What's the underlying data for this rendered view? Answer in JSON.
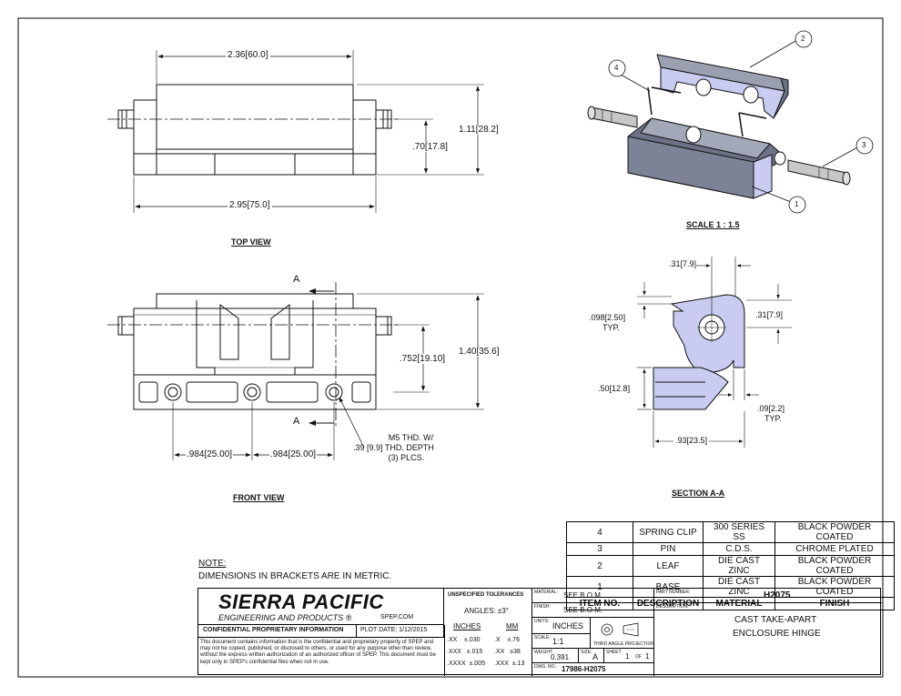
{
  "views": {
    "top_view_label": "TOP VIEW",
    "front_view_label": "FRONT VIEW",
    "section_label": "SECTION A-A",
    "scale_label": "SCALE 1 : 1.5",
    "section_marker": "A"
  },
  "dimensions": {
    "top_width": "2.36",
    "top_width_mm": "60.0",
    "top_overall": "2.95",
    "top_overall_mm": "75.0",
    "top_height": "1.11",
    "top_height_mm": "28.2",
    "top_inner": ".70",
    "top_inner_mm": "17.8",
    "front_height": "1.40",
    "front_height_mm": "35.6",
    "front_mid": ".752",
    "front_mid_mm": "19.10",
    "front_pitch": ".984",
    "front_pitch_mm": "25.00",
    "sec_top": ".31",
    "sec_top_mm": "7.9",
    "sec_right": ".31",
    "sec_right_mm": "7.9",
    "sec_wall": ".098",
    "sec_wall_mm": "2.50",
    "sec_wall_typ": "TYP.",
    "sec_slot": ".50",
    "sec_slot_mm": "12.8",
    "sec_small": ".09",
    "sec_small_mm": "2.2",
    "sec_small_typ": "TYP.",
    "sec_width": ".93",
    "sec_width_mm": "23.5"
  },
  "thread_note": [
    "M5 THD. W/",
    ".39 [9.9] THD. DEPTH",
    "(3) PLCS."
  ],
  "balloons": [
    "1",
    "2",
    "3",
    "4"
  ],
  "notes": {
    "title": "NOTE:",
    "text": "DIMENSIONS IN BRACKETS ARE IN METRIC."
  },
  "bom": {
    "rows": [
      {
        "item": "4",
        "description": "SPRING CLIP",
        "material": "300 SERIES SS",
        "finish": "BLACK POWDER COATED"
      },
      {
        "item": "3",
        "description": "PIN",
        "material": "C.D.S.",
        "finish": "CHROME PLATED"
      },
      {
        "item": "2",
        "description": "LEAF",
        "material": "DIE CAST ZINC",
        "finish": "BLACK POWDER COATED"
      },
      {
        "item": "1",
        "description": "BASE",
        "material": "DIE CAST ZINC",
        "finish": "BLACK POWDER COATED"
      }
    ],
    "headers": {
      "item": "ITEM NO.",
      "description": "DESCRIPTION",
      "material": "MATERIAL",
      "finish": "FINISH"
    }
  },
  "title_block": {
    "company": "SIERRA PACIFIC",
    "company_sub": "ENGINEERING AND PRODUCTS",
    "registered": "®",
    "website": "SPEP.COM",
    "confidential_title": "CONFIDENTIAL PROPRIETARY INFORMATION",
    "plot_date": "PLOT DATE: 1/12/2015",
    "confidential_text": "This document contains information that is the confidential and proprietary property of SPEP and may not be copied, published, or disclosed to others, or used for any purpose other than review, without the express written authorization of an authorized officer of SPEP. This document must be kept only in SPEP's confidential files when not in use.",
    "tolerances_title": "UNSPECIFIED TOLERANCES",
    "angles": "ANGLES: ±3°",
    "inches_head": "INCHES",
    "mm_head": "MM",
    "tol_inch": [
      ".XX    ±.030",
      ".XXX   ±.015",
      ".XXXX  ±.005"
    ],
    "tol_mm": [
      ".X    ±.76",
      ".XX   ±38",
      ".XXX  ±.13"
    ],
    "material_label": "MATERIAL:",
    "material_value": "SEE B.O.M.",
    "finish_label": "FINISH:",
    "finish_value": "SEE B.O.M.",
    "units_label": "UNITS:",
    "units_value": "INCHES",
    "scale_label": "SCALE:",
    "scale_value": "1:1",
    "projection": "THIRD ANGLE PROJECTION",
    "weight_label": "WEIGHT:",
    "weight_value": "0.391",
    "size_label": "SIZE:",
    "size_value": "A",
    "sheet_label": "SHEET",
    "sheet_value": "1",
    "of_label": "OF",
    "of_value": "1",
    "dwg_label": "DWG. NO.:",
    "dwg_value": "17986-H2075",
    "part_label": "PART NUMBER:",
    "part_value": "H2075",
    "desc_label": "DESCRIPTION:",
    "desc_line1": "CAST TAKE-APART",
    "desc_line2": "ENCLOSURE HINGE"
  }
}
